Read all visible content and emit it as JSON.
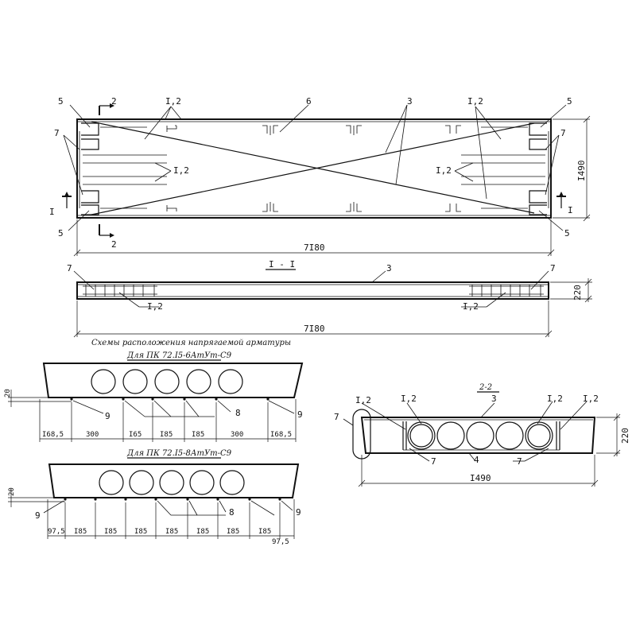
{
  "plan": {
    "labels": {
      "n5": "5",
      "n2": "2",
      "n12": "I,2",
      "n6": "6",
      "n3": "3",
      "n7": "7",
      "n1": "I"
    },
    "dim_length": "7I80",
    "dim_width": "I490"
  },
  "section_1": {
    "title": "I - I",
    "n7": "7",
    "n3": "3",
    "n12": "I,2",
    "dim_length": "7I80",
    "dim_height": "220"
  },
  "schemes": {
    "heading": "Схемы расположения напрягаемой арматуры",
    "scheme_a": {
      "title": "Для ПК 72.I5-6АтУт-С9",
      "side_dim": "20",
      "callouts": {
        "n9": "9",
        "n8": "8"
      },
      "spacing": [
        "I68,5",
        "300",
        "I65",
        "I85",
        "I85",
        "300",
        "I68,5"
      ]
    },
    "scheme_b": {
      "title": "Для ПК 72.I5-8АтУт-С9",
      "side_dim": "20",
      "callouts": {
        "n9": "9",
        "n8": "8"
      },
      "spacing": [
        "97,5",
        "I85",
        "I85",
        "I85",
        "I85",
        "I85",
        "I85",
        "I85",
        "97,5"
      ]
    }
  },
  "section_2": {
    "title": "2-2",
    "labels": {
      "n12": "I,2",
      "n3": "3",
      "n7": "7",
      "n4": "4"
    },
    "dim_width": "I490",
    "dim_height": "220"
  }
}
